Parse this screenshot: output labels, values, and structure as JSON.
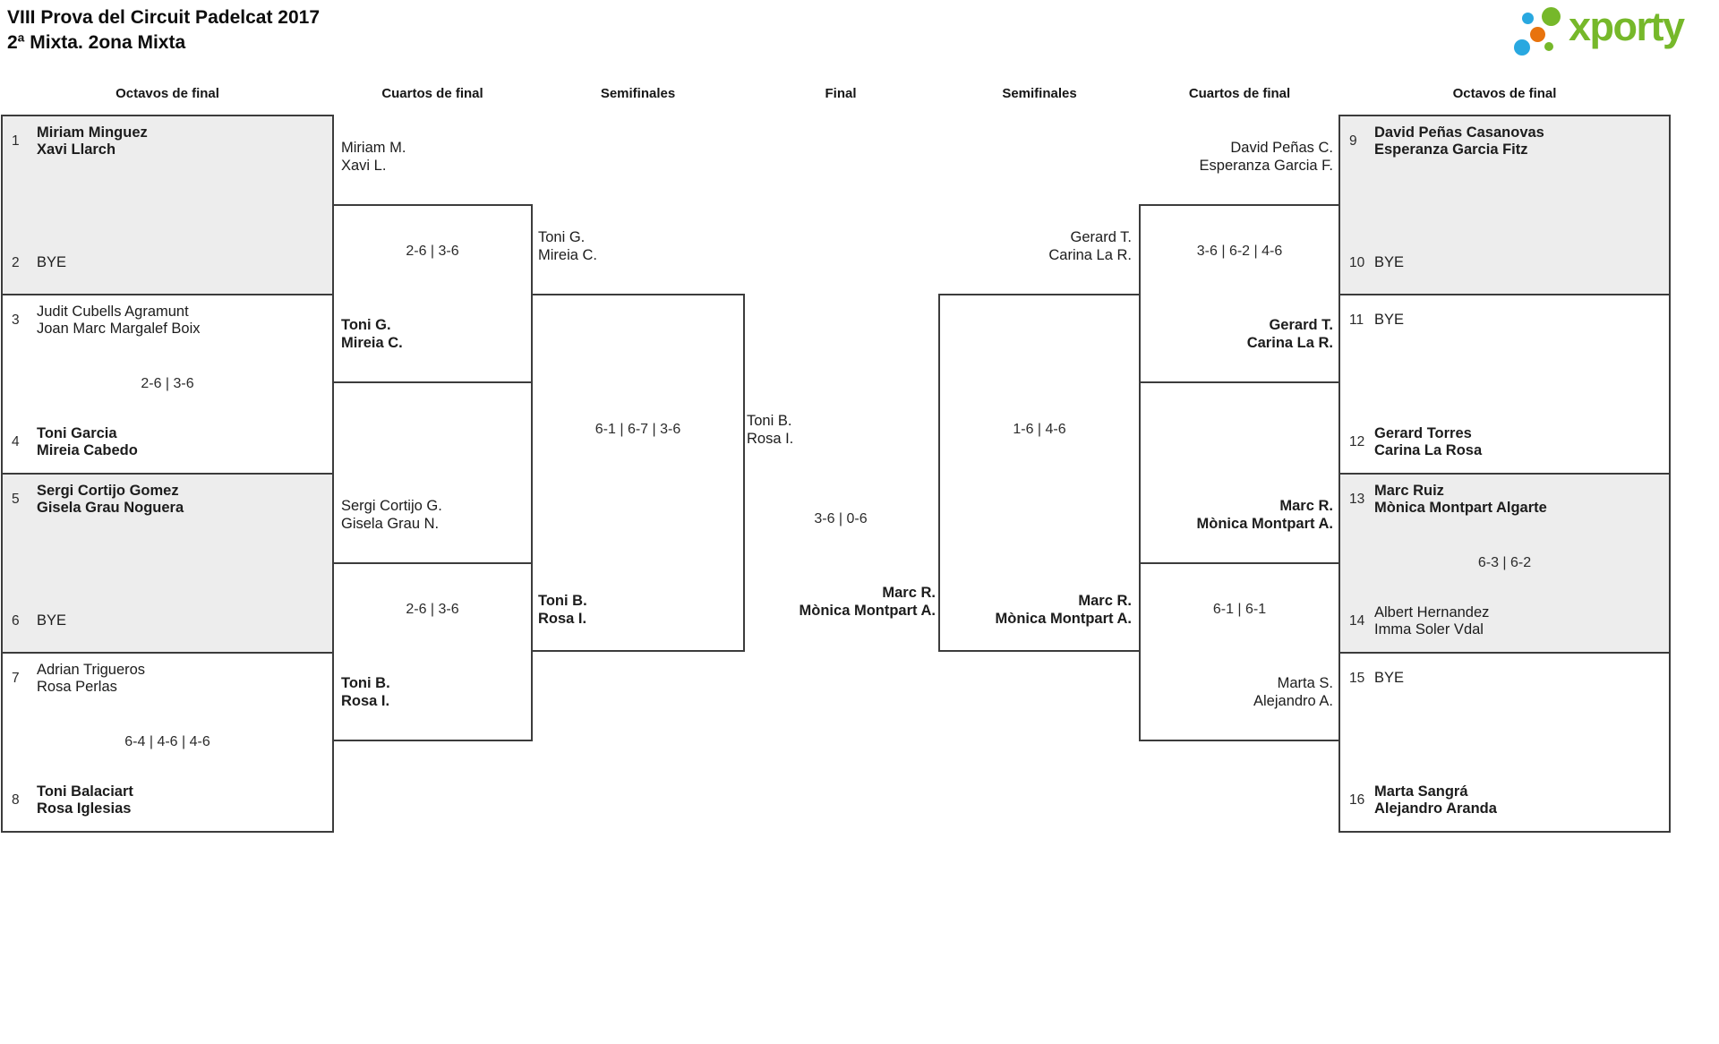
{
  "title": {
    "line1": "VIII Prova del Circuit Padelcat 2017",
    "line2": "2ª Mixta. 2ona Mixta"
  },
  "logo": {
    "brand": "xporty",
    "green": "#76b82a",
    "blue": "#29a8e0",
    "orange": "#e8730d"
  },
  "headers": [
    "Octavos de final",
    "Cuartos de final",
    "Semifinales",
    "Final",
    "Semifinales",
    "Cuartos de final",
    "Octavos de final"
  ],
  "r16_left": [
    {
      "shade": "gray",
      "top": {
        "seed": "1",
        "line1": "Miriam Minguez",
        "line2": "Xavi Llarch",
        "winner": true
      },
      "score": "",
      "bottom": {
        "seed": "2",
        "line1": "BYE"
      }
    },
    {
      "shade": "white",
      "top": {
        "seed": "3",
        "line1": "Judit Cubells Agramunt",
        "line2": "Joan Marc Margalef Boix"
      },
      "score": "2-6 | 3-6",
      "bottom": {
        "seed": "4",
        "line1": "Toni Garcia",
        "line2": "Mireia Cabedo",
        "winner": true
      }
    },
    {
      "shade": "gray",
      "top": {
        "seed": "5",
        "line1": "Sergi Cortijo Gomez",
        "line2": "Gisela Grau Noguera",
        "winner": true
      },
      "score": "",
      "bottom": {
        "seed": "6",
        "line1": "BYE"
      }
    },
    {
      "shade": "white",
      "top": {
        "seed": "7",
        "line1": "Adrian Trigueros",
        "line2": "Rosa Perlas"
      },
      "score": "6-4 | 4-6 | 4-6",
      "bottom": {
        "seed": "8",
        "line1": "Toni Balaciart",
        "line2": "Rosa Iglesias",
        "winner": true
      }
    }
  ],
  "r16_right": [
    {
      "shade": "gray",
      "top": {
        "seed": "9",
        "line1": "David Peñas Casanovas",
        "line2": "Esperanza Garcia Fitz",
        "winner": true
      },
      "score": "",
      "bottom": {
        "seed": "10",
        "line1": "BYE"
      }
    },
    {
      "shade": "white",
      "top": {
        "seed": "11",
        "line1": "BYE"
      },
      "score": "",
      "bottom": {
        "seed": "12",
        "line1": "Gerard Torres",
        "line2": "Carina La Rosa",
        "winner": true
      }
    },
    {
      "shade": "gray",
      "top": {
        "seed": "13",
        "line1": "Marc Ruiz",
        "line2": "Mònica Montpart Algarte",
        "winner": true
      },
      "score": "6-3 | 6-2",
      "bottom": {
        "seed": "14",
        "line1": "Albert Hernandez",
        "line2": "Imma Soler Vdal"
      }
    },
    {
      "shade": "white",
      "top": {
        "seed": "15",
        "line1": "BYE"
      },
      "score": "",
      "bottom": {
        "seed": "16",
        "line1": "Marta Sangrá",
        "line2": "Alejandro Aranda",
        "winner": true
      }
    }
  ],
  "qf_left": [
    {
      "upper": {
        "line1": "Miriam M.",
        "line2": "Xavi L."
      },
      "score": "2-6 | 3-6",
      "lower": {
        "line1": "Toni G.",
        "line2": "Mireia C.",
        "winner": true
      }
    },
    {
      "upper": {
        "line1": "Sergi Cortijo G.",
        "line2": "Gisela Grau N."
      },
      "score": "2-6 | 3-6",
      "lower": {
        "line1": "Toni B.",
        "line2": "Rosa I.",
        "winner": true
      }
    }
  ],
  "qf_right": [
    {
      "upper": {
        "line1": "David Peñas C.",
        "line2": "Esperanza Garcia F."
      },
      "score": "3-6 | 6-2 | 4-6",
      "lower": {
        "line1": "Gerard T.",
        "line2": "Carina La R.",
        "winner": true
      }
    },
    {
      "upper": {
        "line1": "Marc R.",
        "line2": "Mònica Montpart A.",
        "winner": true
      },
      "score": "6-1 | 6-1",
      "lower": {
        "line1": "Marta S.",
        "line2": "Alejandro A."
      }
    }
  ],
  "sf_left": {
    "upper": {
      "line1": "Toni G.",
      "line2": "Mireia C."
    },
    "score": "6-1 | 6-7 | 3-6",
    "lower": {
      "line1": "Toni B.",
      "line2": "Rosa I.",
      "winner": true
    }
  },
  "sf_right": {
    "upper": {
      "line1": "Gerard T.",
      "line2": "Carina La R."
    },
    "score": "1-6 | 4-6",
    "lower": {
      "line1": "Marc R.",
      "line2": "Mònica Montpart A.",
      "winner": true
    }
  },
  "final": {
    "left": {
      "line1": "Toni B.",
      "line2": "Rosa I."
    },
    "score": "3-6 | 0-6",
    "right": {
      "line1": "Marc R.",
      "line2": "Mònica Montpart A.",
      "winner": true
    }
  }
}
